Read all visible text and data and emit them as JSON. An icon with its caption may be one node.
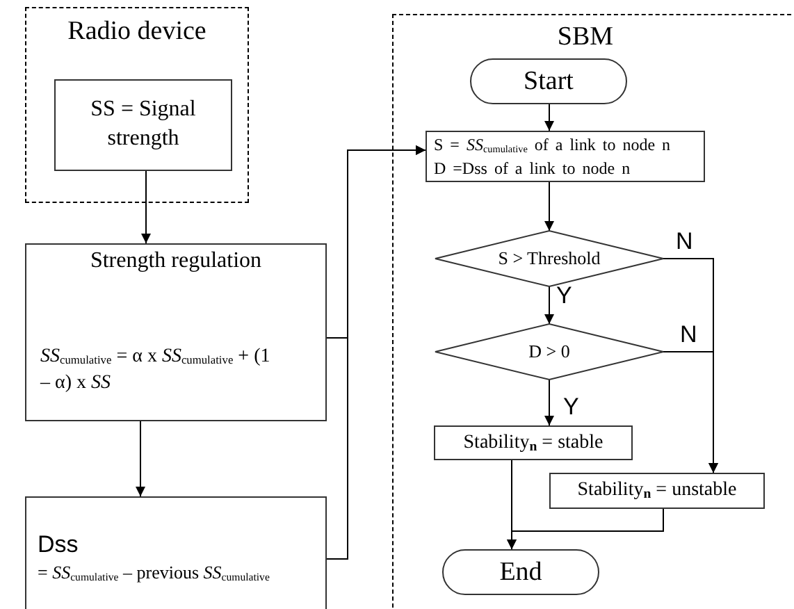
{
  "diagram": {
    "nodes": [
      {
        "text": [
          "Radio device"
        ]
      },
      {
        "text": [
          "SS = Signal strength"
        ],
        "in": 0
      },
      {
        "text": [
          "Strength regulation",
          "*SS*$_{cumulative}$ = α x *SS*$_{cumulative}$ + (1 – α) x *SS*"
        ]
      },
      {
        "text": [
          "Dss",
          "= *SS*$_{cumulative}$ – previous *SS*$_{cumulative}$"
        ]
      },
      {
        "text": [
          "SBM"
        ]
      },
      {
        "text": [
          "Start"
        ],
        "in": 4
      },
      {
        "text": [
          "S = *SS*$_{cumulative}$ of a link to node n",
          "D =Dss of a link to node n"
        ],
        "in": 4
      },
      {
        "text": [
          "S > Threshold"
        ],
        "in": 4
      },
      {
        "text": [
          "D > 0"
        ],
        "in": 4
      },
      {
        "text": [
          "Stability$_{n}$ = stable"
        ],
        "in": 4
      },
      {
        "text": [
          "Stability$_{n}$ = unstable"
        ],
        "in": 4
      },
      {
        "text": [
          "End"
        ],
        "in": 4
      }
    ],
    "edges": [
      {
        "from": 1,
        "to": 2,
        "arrow": "to"
      },
      {
        "from": 2,
        "to": 3,
        "arrow": "to"
      },
      {
        "from": 2,
        "to": 6,
        "arrow": "to"
      },
      {
        "from": 3,
        "to": 6,
        "arrow": "to"
      },
      {
        "from": 5,
        "to": 6,
        "arrow": "to"
      },
      {
        "from": 6,
        "to": 7,
        "arrow": "to"
      },
      {
        "from": 7,
        "to": 8,
        "arrow": "to",
        "label": "Y"
      },
      {
        "from": 7,
        "to": 10,
        "arrow": "to",
        "label": "N"
      },
      {
        "from": 8,
        "to": 10,
        "arrow": "to",
        "label": "N"
      },
      {
        "from": 8,
        "to": 9,
        "arrow": "to",
        "label": "Y"
      },
      {
        "from": 9,
        "to": 11,
        "arrow": "to"
      },
      {
        "from": 10,
        "to": 11,
        "arrow": "to"
      }
    ]
  }
}
